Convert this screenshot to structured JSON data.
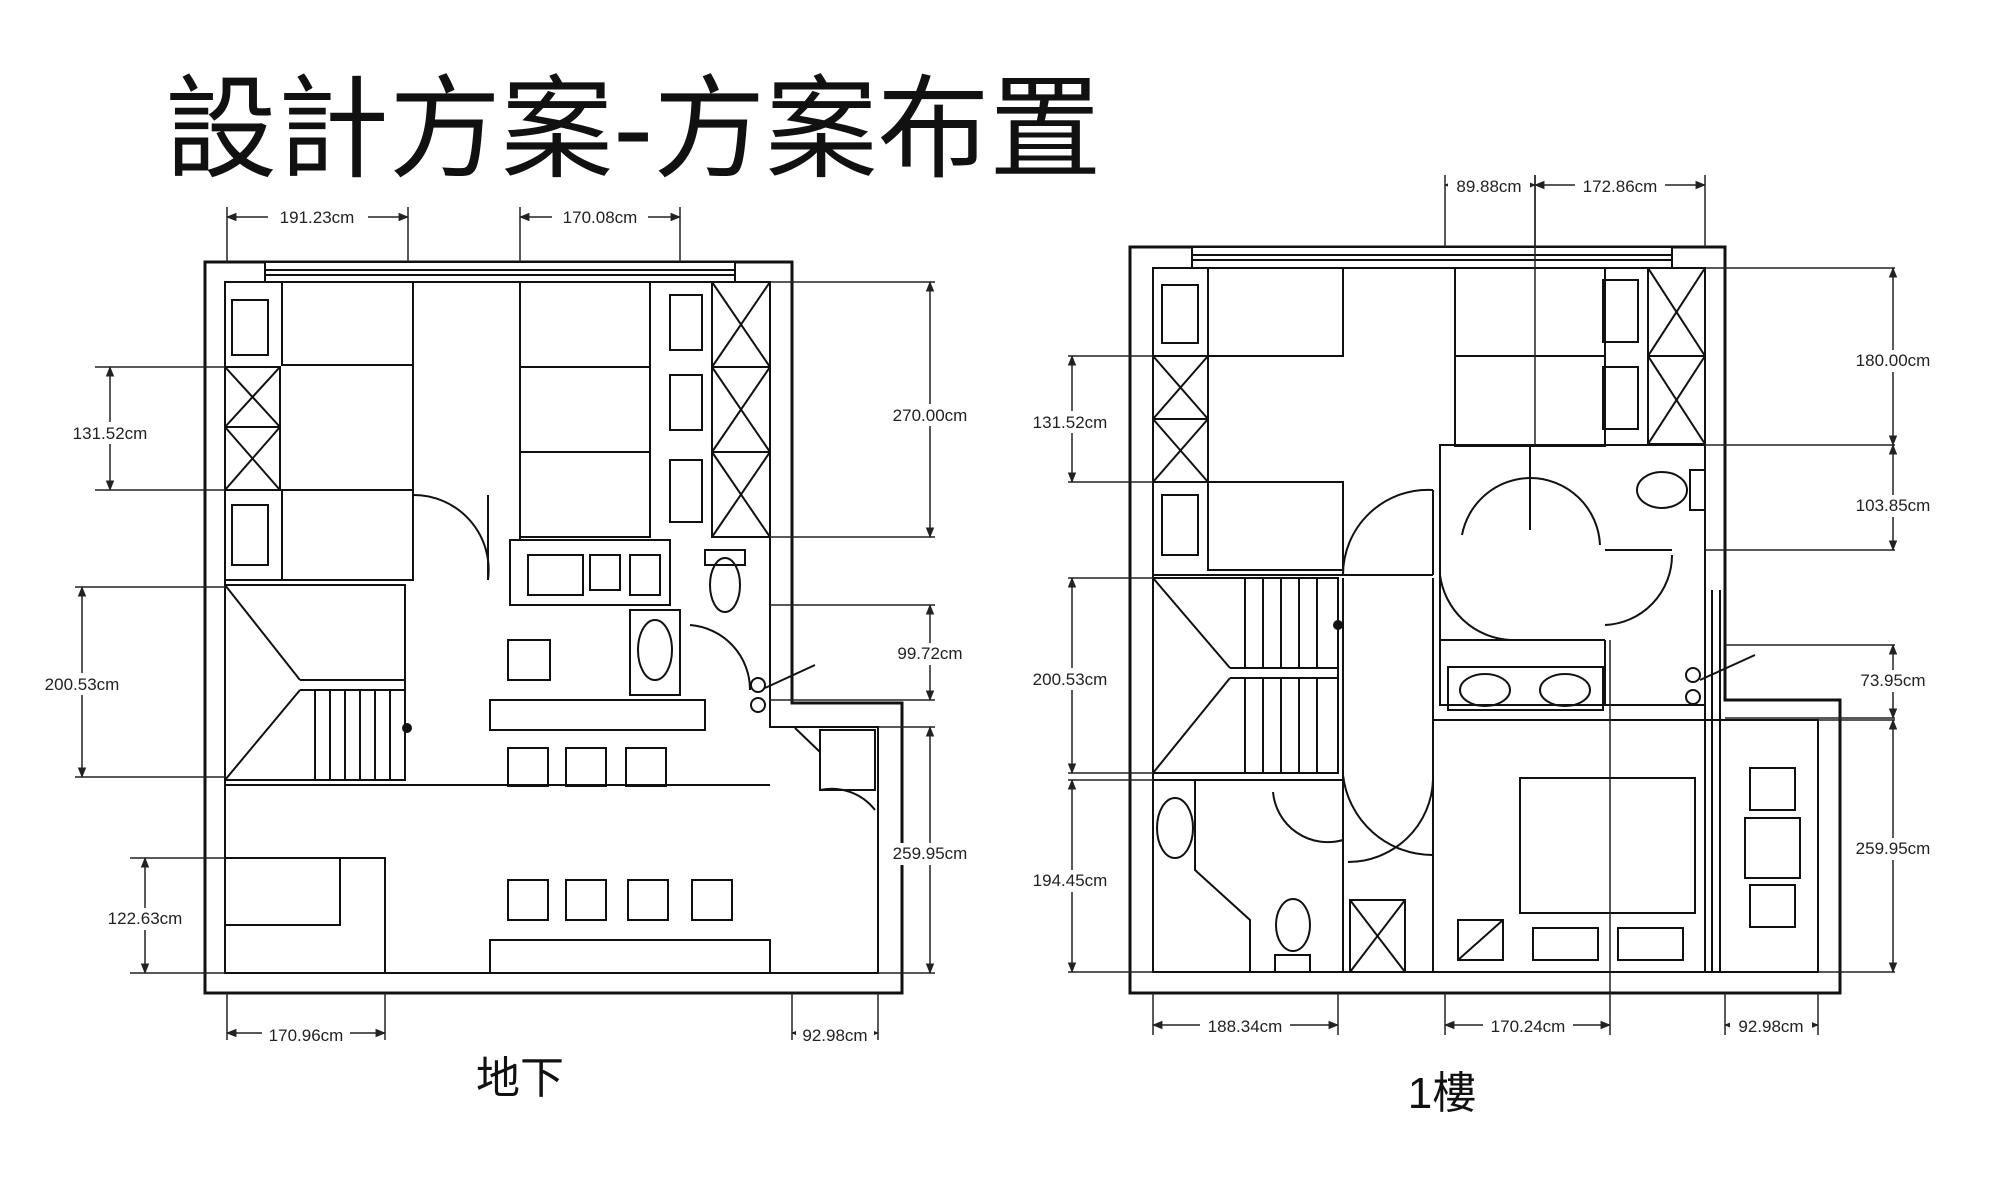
{
  "title": "設計方案-方案布置",
  "plans": {
    "basement": {
      "label": "地下",
      "dims": {
        "top_left": "191.23cm",
        "top_right": "170.08cm",
        "left_1": "131.52cm",
        "left_2": "200.53cm",
        "left_3": "122.63cm",
        "right_1": "270.00cm",
        "right_2": "99.72cm",
        "right_3": "259.95cm",
        "bottom_left": "170.96cm",
        "bottom_right": "92.98cm"
      }
    },
    "first_floor": {
      "label": "1樓",
      "dims": {
        "top_left": "89.88cm",
        "top_right": "172.86cm",
        "left_1": "131.52cm",
        "left_2": "200.53cm",
        "left_3": "194.45cm",
        "right_1": "180.00cm",
        "right_2": "103.85cm",
        "right_3": "73.95cm",
        "right_4": "259.95cm",
        "bottom_left": "188.34cm",
        "bottom_mid": "170.24cm",
        "bottom_right": "92.98cm"
      }
    }
  }
}
